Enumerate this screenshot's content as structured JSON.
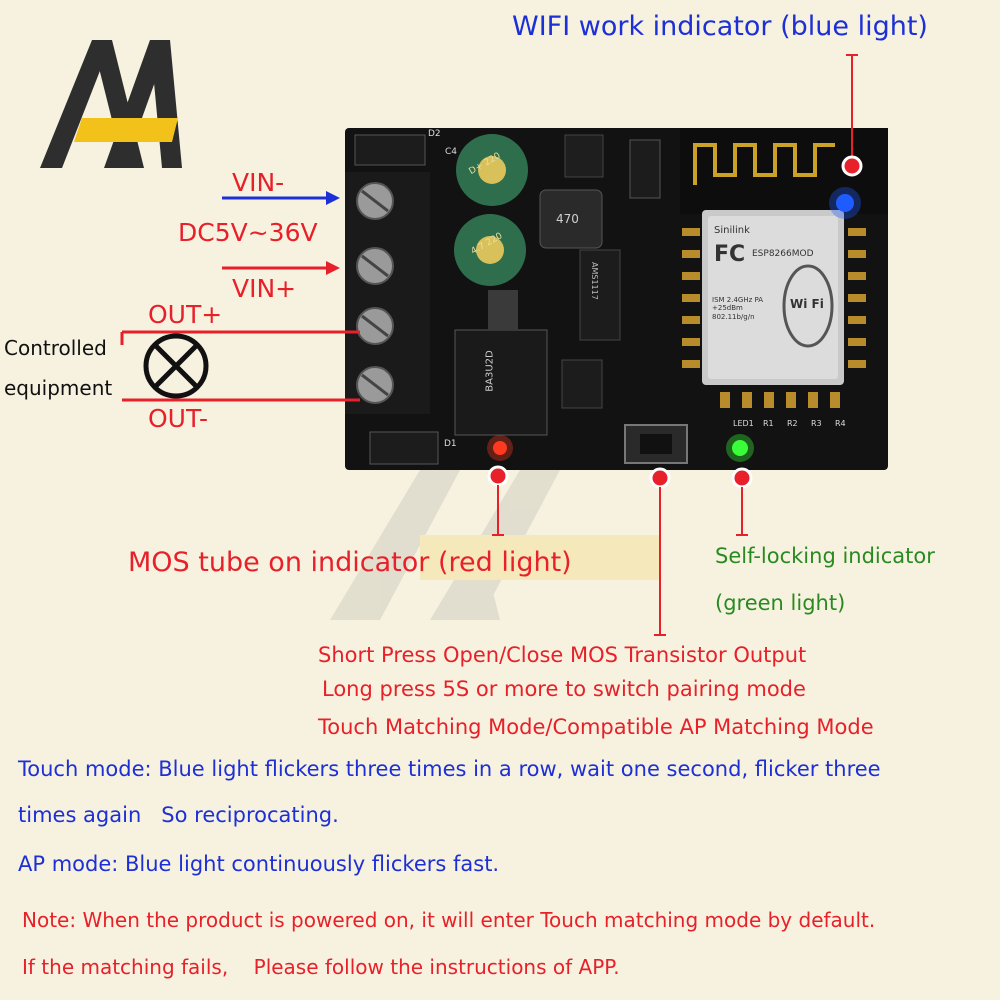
{
  "colors": {
    "background": "#f6f2df",
    "red_text": "#e8202a",
    "blue_text": "#1d2fd6",
    "green_text": "#2a8a22",
    "pcb": "#121212",
    "logo_dark": "#2e2e2e",
    "logo_yellow": "#f2c21b"
  },
  "wiring": {
    "vin_minus": "VIN-",
    "voltage": "DC5V~36V",
    "vin_plus": "VIN+",
    "out_plus": "OUT+",
    "out_minus": "OUT-",
    "load_line1": "Controlled",
    "load_line2": "equipment"
  },
  "pcb_markings": {
    "module_brand": "Sinilink",
    "module_chip": "ESP8266MOD",
    "module_fc": "FC",
    "module_wifi": "Wi Fi",
    "module_info": "ISM 2.4GHz PA +25dBm 802.11b/g/n",
    "ldo": "AMS1117",
    "mosfet": "BA3U2D",
    "inductor": "470",
    "d1": "D1",
    "d2": "D2",
    "c4": "C4",
    "led1": "LED1",
    "r1": "R1",
    "r2": "R2",
    "r3": "R3",
    "r4": "R4",
    "cap1": "D+ 220",
    "cap2": "4.7 220"
  },
  "annotations": {
    "wifi_indicator": "WIFI work indicator (blue light)",
    "mos_indicator": "MOS tube on indicator (red light)",
    "self_lock_line1": "Self-locking indicator",
    "self_lock_line2": "(green light)",
    "button_line1": "Short Press Open/Close MOS Transistor Output",
    "button_line2": "Long press 5S or more to switch pairing mode",
    "button_line3": "Touch Matching Mode/Compatible AP Matching Mode"
  },
  "modes": {
    "touch_line1": "Touch mode: Blue light flickers three times in a row, wait one second, flicker three",
    "touch_line2": "times again   So reciprocating.",
    "ap_mode": "AP mode: Blue light continuously flickers fast."
  },
  "note": {
    "line1": "Note: When the product is powered on, it will enter Touch matching mode by default.",
    "line2": "If the matching fails,    Please follow the instructions of APP."
  }
}
